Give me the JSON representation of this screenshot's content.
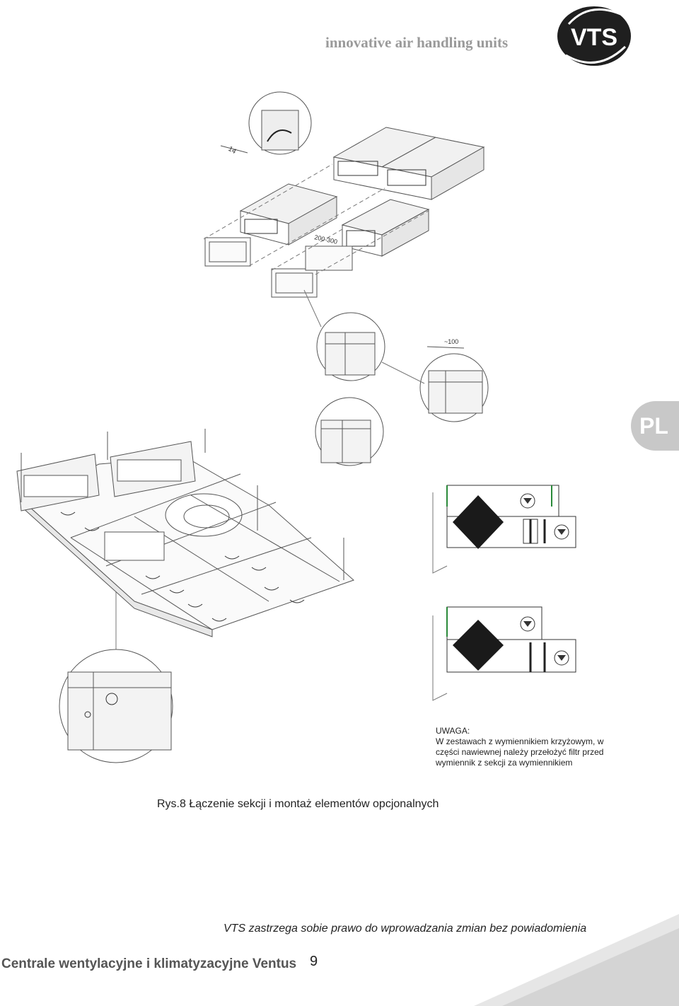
{
  "header": {
    "tagline": "innovative air handling units",
    "logo_text": "VTS"
  },
  "language_tab": "PL",
  "drawing": {
    "dim_14": "14",
    "dim_200_300": "200-300",
    "dim_100": "~100"
  },
  "note": {
    "title": "UWAGA:",
    "line1": "W zestawach z wymiennikiem krzyżowym, w",
    "line2": "części nawiewnej należy przełożyć filtr przed",
    "line3": "wymiennik z sekcji za wymiennikiem"
  },
  "caption": "Rys.8 Łączenie sekcji i montaż elementów opcjonalnych",
  "disclaimer": "VTS zastrzega sobie prawo do wprowadzania zmian bez powiadomienia",
  "footer": {
    "title": "Centrale wentylacyjne i klimatyzacyjne Ventus",
    "page_number": "9"
  },
  "colors": {
    "accent_grey": "#9a9a9a",
    "logo_dark": "#1f1f1f",
    "tab_grey": "#c8c8c8"
  }
}
